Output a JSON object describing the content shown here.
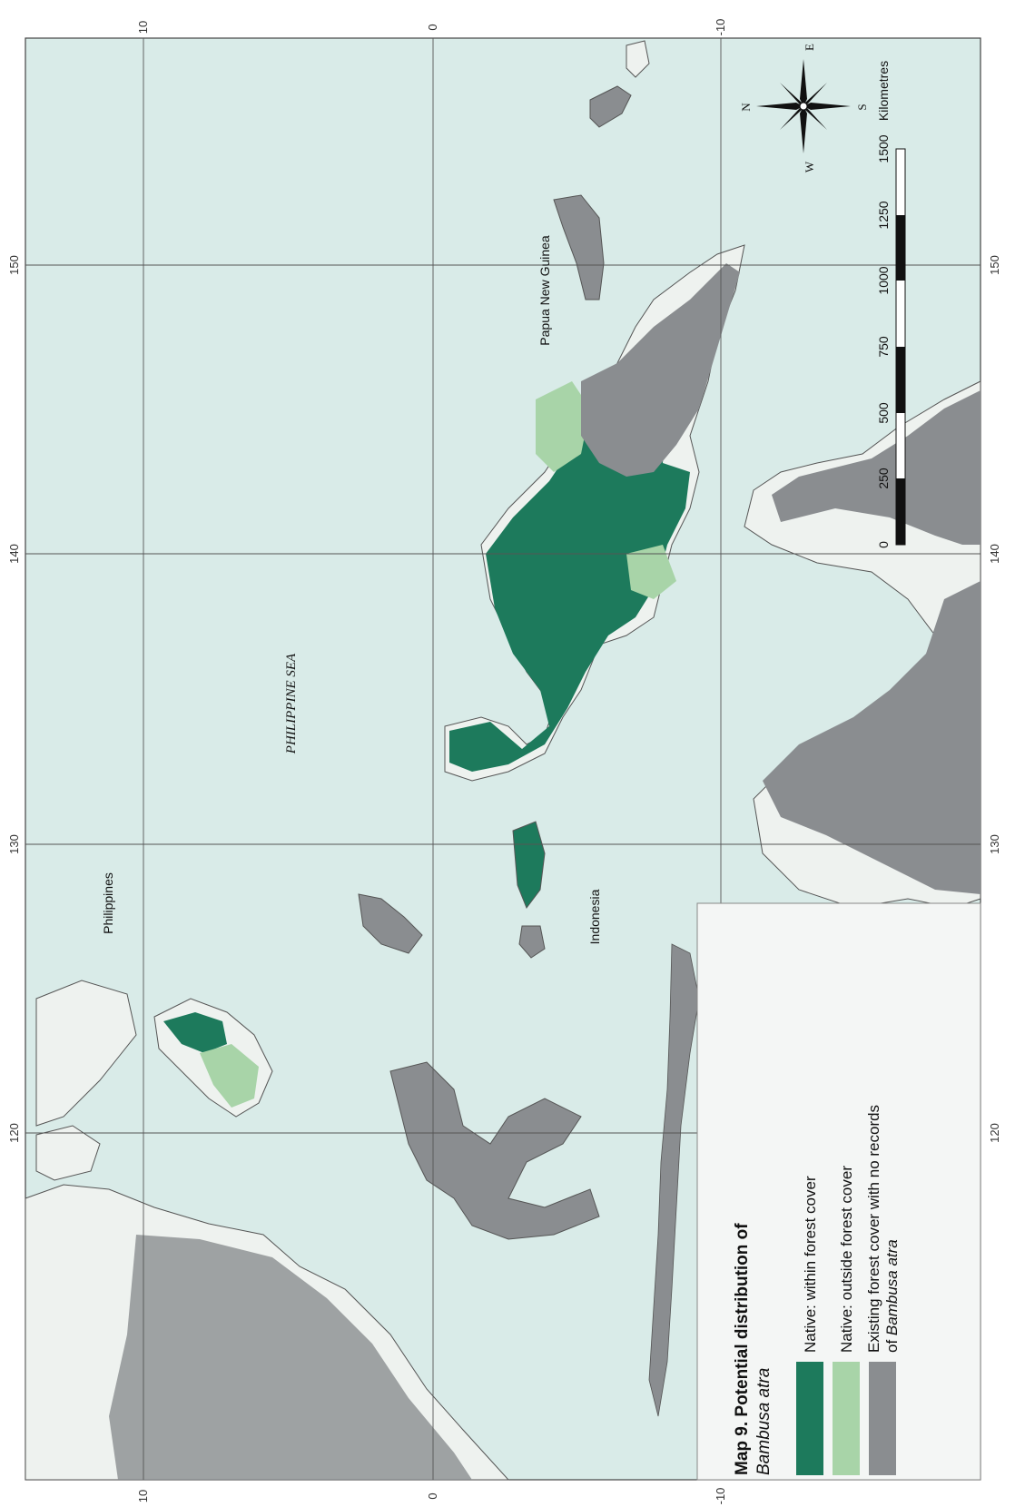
{
  "colors": {
    "sea": "#d9ebe8",
    "land": "#eef2ef",
    "native_within": "#1d7a5c",
    "native_outside": "#a8d4a8",
    "existing_forest": "#8a8d90",
    "grid": "#555555",
    "legend_bg": "#f4f6f5"
  },
  "ticks": {
    "lat": [
      "10",
      "0",
      "-10"
    ],
    "lon": [
      "120",
      "130",
      "140",
      "150"
    ]
  },
  "places": {
    "philippines": "Philippines",
    "png": "Papua New Guinea",
    "indonesia": "Indonesia",
    "sea": "PHILIPPINE SEA"
  },
  "compass": {
    "n": "N",
    "e": "E",
    "s": "S",
    "w": "W"
  },
  "scale": {
    "unit": "Kilometres",
    "labels": [
      "0",
      "250",
      "500",
      "750",
      "1000",
      "1250",
      "1500"
    ]
  },
  "legend": {
    "title": "Map 9. Potential distribution of",
    "subtitle": "Bambusa atra",
    "items": [
      {
        "label": "Native: within forest cover",
        "color": "#1d7a5c"
      },
      {
        "label": "Native: outside forest cover",
        "color": "#a8d4a8"
      },
      {
        "label": "Existing forest cover with no records",
        "label2": "of ",
        "label2_italic": "Bambusa atra",
        "color": "#8a8d90"
      }
    ]
  }
}
